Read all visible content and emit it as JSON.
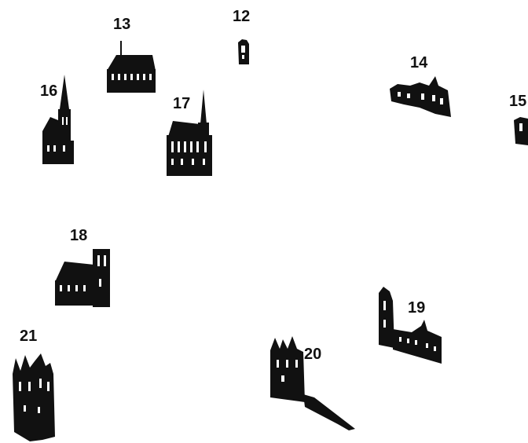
{
  "labels": {
    "m12": "12",
    "m13": "13",
    "m14": "14",
    "m15": "15",
    "m16": "16",
    "m17": "17",
    "m18": "18",
    "m19": "19",
    "m20": "20",
    "m21": "21"
  },
  "colors": {
    "ink": "#111111",
    "background": "#ffffff"
  }
}
